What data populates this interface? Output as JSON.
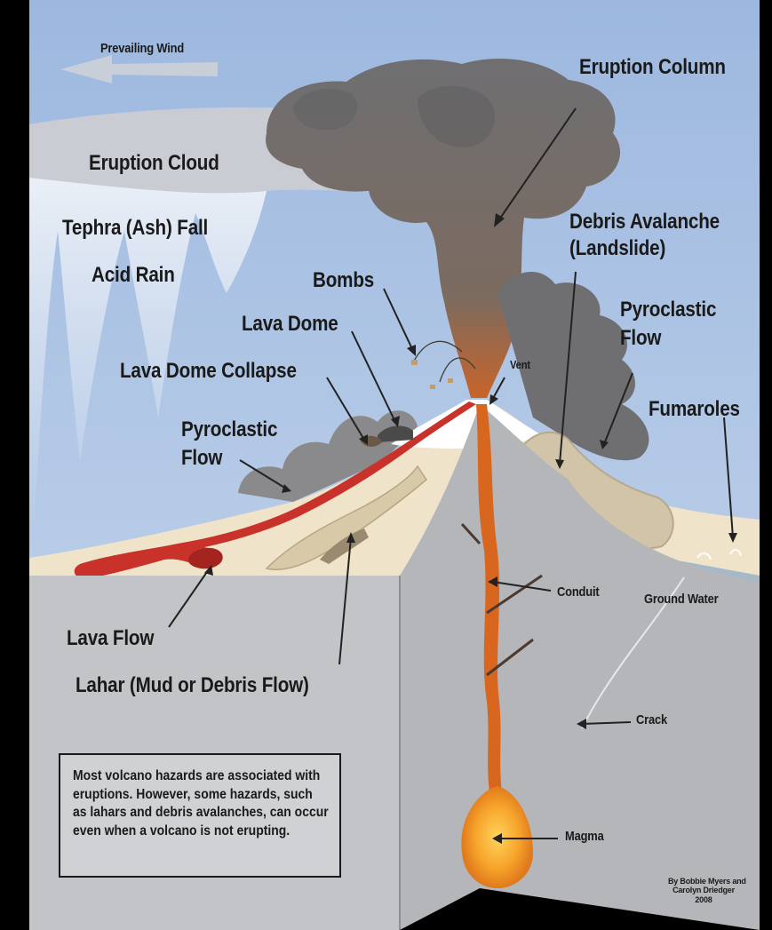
{
  "labels": {
    "prevailing_wind": "Prevailing Wind",
    "eruption_column": "Eruption Column",
    "eruption_cloud": "Eruption Cloud",
    "tephra_fall": "Tephra (Ash) Fall",
    "acid_rain": "Acid Rain",
    "debris_avalanche_1": "Debris Avalanche",
    "debris_avalanche_2": "(Landslide)",
    "bombs": "Bombs",
    "pyroclastic_flow_right_1": "Pyroclastic",
    "pyroclastic_flow_right_2": "Flow",
    "lava_dome": "Lava Dome",
    "vent": "Vent",
    "lava_dome_collapse": "Lava Dome Collapse",
    "fumaroles": "Fumaroles",
    "pyroclastic_flow_left_1": "Pyroclastic",
    "pyroclastic_flow_left_2": "Flow",
    "conduit": "Conduit",
    "ground_water": "Ground Water",
    "lava_flow": "Lava Flow",
    "lahar": "Lahar (Mud or Debris Flow)",
    "crack": "Crack",
    "magma": "Magma"
  },
  "note": "Most volcano hazards are associated with eruptions.  However, some hazards, such as lahars and debris avalanches, can occur even when a volcano is not erupting.",
  "credit": {
    "line1": "By Bobbie Myers and",
    "line2": "Carolyn Driedger",
    "line3": "2008"
  },
  "colors": {
    "sky": "#a9c1e3",
    "ground_cut": "#bfc1c5",
    "mountain_surface": "#efe3c9",
    "ash": "#6e6e70",
    "lava": "#c8322b",
    "magma": "#f29a2a",
    "conduit": "#d9661e",
    "ground_water": "#a6b9c9"
  }
}
